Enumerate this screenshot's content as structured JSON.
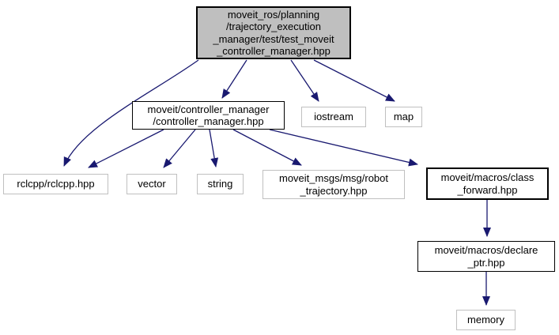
{
  "diagram": {
    "kind": "include-dependency-graph",
    "background_color": "#ffffff",
    "edge_color": "#191970",
    "current_node_fill": "#bfbfbf",
    "external_border_color": "#c0c0c0",
    "internal_border_color": "#000000",
    "nodes": [
      {
        "id": "test_moveit_controller_manager_hpp",
        "kind": "current",
        "label": "moveit_ros/planning\n/trajectory_execution\n_manager/test/test_moveit\n_controller_manager.hpp"
      },
      {
        "id": "controller_manager_hpp",
        "kind": "internal",
        "label": "moveit/controller_manager\n/controller_manager.hpp"
      },
      {
        "id": "iostream",
        "kind": "external",
        "label": "iostream"
      },
      {
        "id": "map",
        "kind": "external",
        "label": "map"
      },
      {
        "id": "rclcpp_hpp",
        "kind": "external",
        "label": "rclcpp/rclcpp.hpp"
      },
      {
        "id": "vector",
        "kind": "external",
        "label": "vector"
      },
      {
        "id": "string",
        "kind": "external",
        "label": "string"
      },
      {
        "id": "robot_trajectory_hpp",
        "kind": "external",
        "label": "moveit_msgs/msg/robot\n_trajectory.hpp"
      },
      {
        "id": "class_forward_hpp",
        "kind": "internal",
        "label": "moveit/macros/class\n_forward.hpp"
      },
      {
        "id": "declare_ptr_hpp",
        "kind": "internal",
        "label": "moveit/macros/declare\n_ptr.hpp"
      },
      {
        "id": "memory",
        "kind": "external",
        "label": "memory"
      }
    ],
    "edges": [
      {
        "from": "test_moveit_controller_manager_hpp",
        "to": "controller_manager_hpp"
      },
      {
        "from": "test_moveit_controller_manager_hpp",
        "to": "rclcpp_hpp"
      },
      {
        "from": "test_moveit_controller_manager_hpp",
        "to": "iostream"
      },
      {
        "from": "test_moveit_controller_manager_hpp",
        "to": "map"
      },
      {
        "from": "controller_manager_hpp",
        "to": "rclcpp_hpp"
      },
      {
        "from": "controller_manager_hpp",
        "to": "vector"
      },
      {
        "from": "controller_manager_hpp",
        "to": "string"
      },
      {
        "from": "controller_manager_hpp",
        "to": "robot_trajectory_hpp"
      },
      {
        "from": "controller_manager_hpp",
        "to": "class_forward_hpp"
      },
      {
        "from": "class_forward_hpp",
        "to": "declare_ptr_hpp"
      },
      {
        "from": "declare_ptr_hpp",
        "to": "memory"
      }
    ]
  }
}
